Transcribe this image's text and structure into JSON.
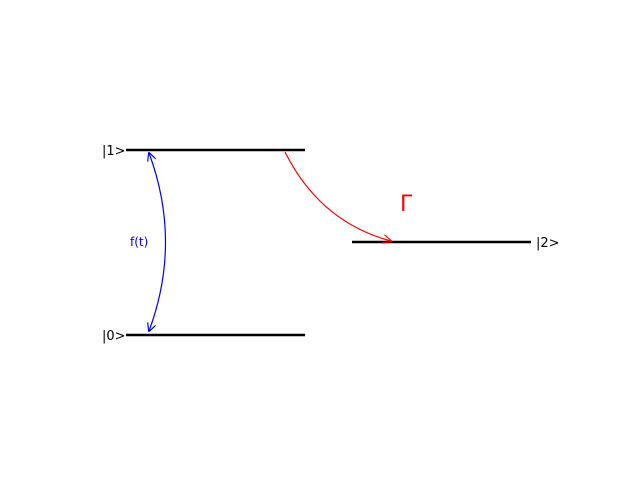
{
  "levels": {
    "ground": {
      "label": "|0>"
    },
    "excited": {
      "label": "|1>"
    },
    "auxiliary": {
      "label": "|2>"
    }
  },
  "transitions": {
    "drive": {
      "label": "f(t)",
      "color": "#0000ff",
      "direction": "bidirectional"
    },
    "decay": {
      "label": "Γ",
      "color": "#ff0000",
      "direction": "one-way"
    }
  },
  "colors": {
    "level_line": "#000000"
  }
}
